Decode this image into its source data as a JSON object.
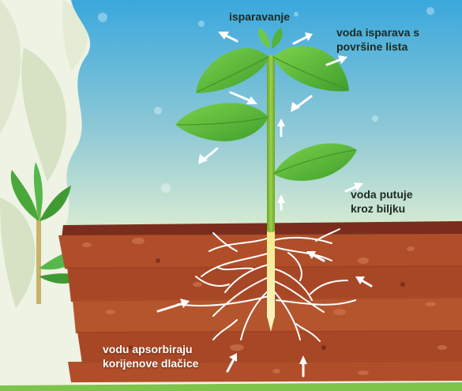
{
  "labels": {
    "evaporation": "isparavanje",
    "leaf_evaporation": "voda isparava s\npovršine lista",
    "transport": "voda putuje\nkroz biljku",
    "absorption": "vodu apsorbiraju\nkorijenove dlačice"
  },
  "colors": {
    "sky_top": "#3aa8dd",
    "sky_bottom": "#d9ecd2",
    "soil_dark": "#7a2d1c",
    "soil": "#b04e2a",
    "soil_light": "#c2623a",
    "leaf": "#5cbf3a",
    "leaf_light": "#8fd65c",
    "stem": "#8dc63f",
    "stem_root": "#f2e68a",
    "roots": "#ffffff",
    "arrows": "#ffffff"
  }
}
